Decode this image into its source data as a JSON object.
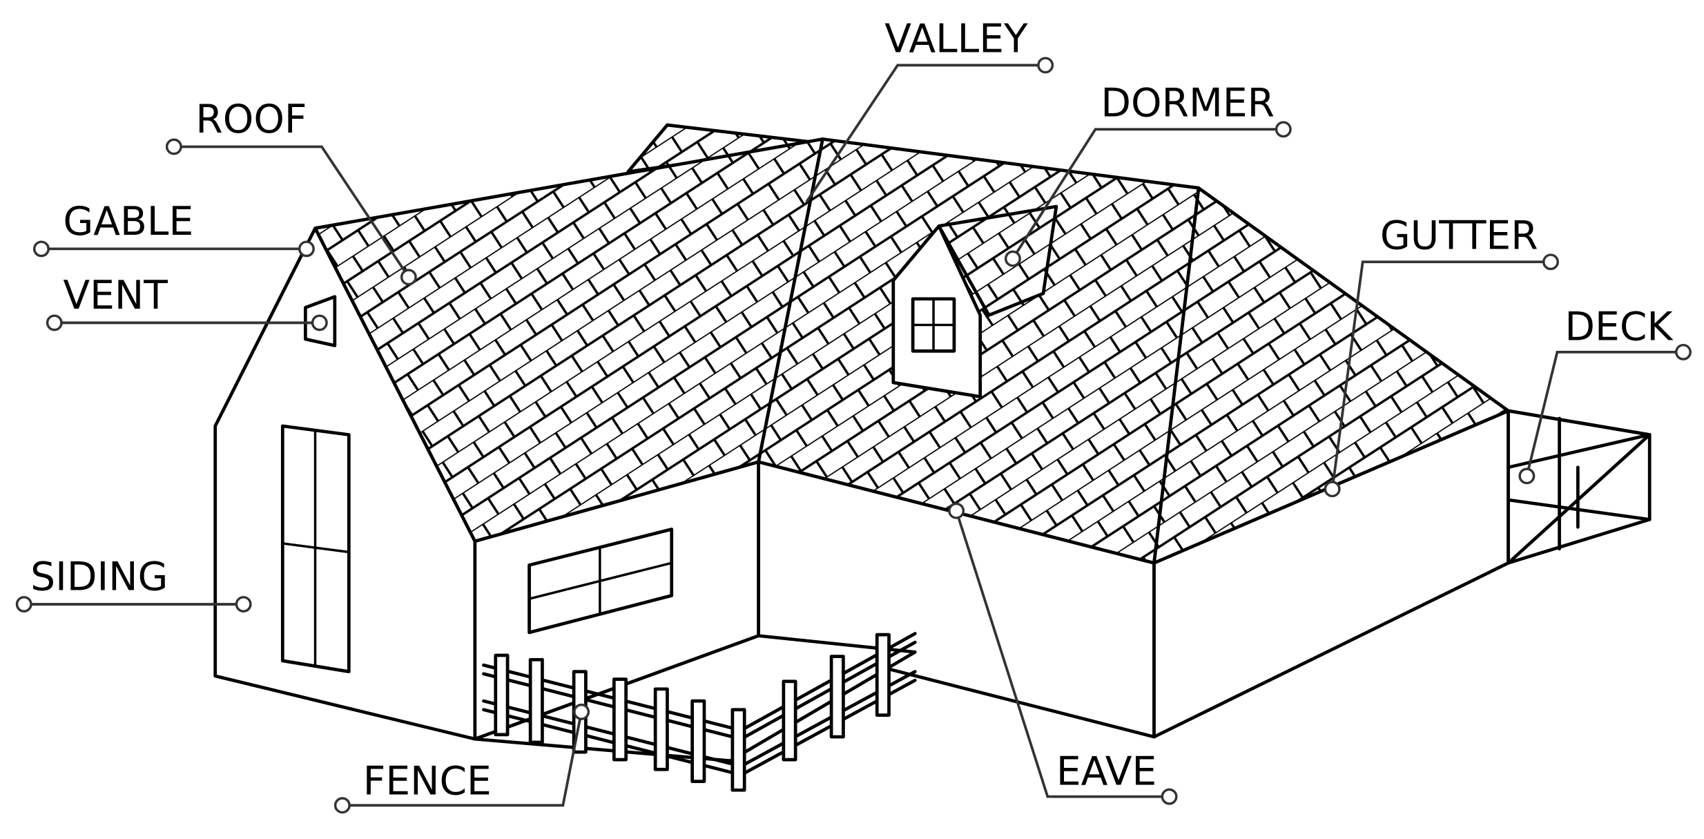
{
  "labels": {
    "roof": "ROOF",
    "gable": "GABLE",
    "vent": "VENT",
    "siding": "SIDING",
    "fence": "FENCE",
    "valley": "VALLEY",
    "dormer": "DORMER",
    "gutter": "GUTTER",
    "deck": "DECK",
    "eave": "EAVE"
  },
  "colors": {
    "ink": "#000000",
    "leader": "#333333",
    "background": "#ffffff"
  }
}
